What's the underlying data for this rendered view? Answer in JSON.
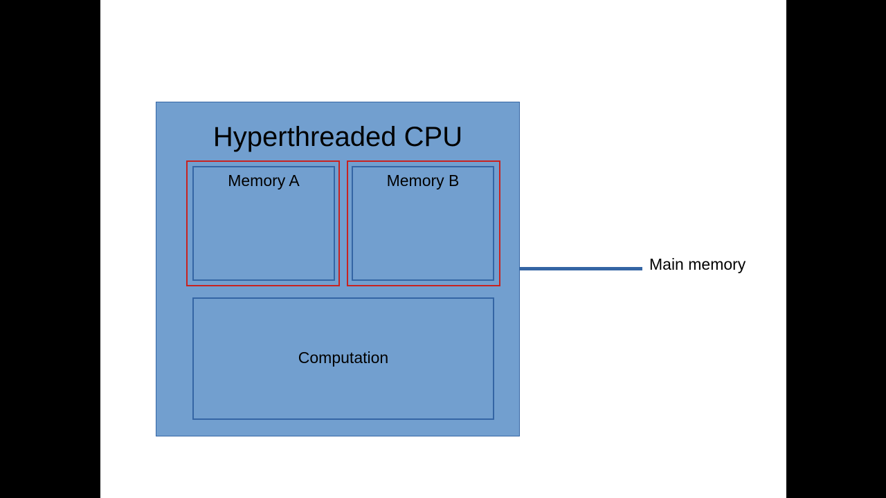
{
  "diagram": {
    "cpu": {
      "title": "Hyperthreaded CPU",
      "memories": [
        {
          "label": "Memory A"
        },
        {
          "label": "Memory B"
        }
      ],
      "computation_label": "Computation"
    },
    "main_memory_label": "Main memory"
  },
  "colors": {
    "cpu_fill": "#729fcf",
    "cpu_border": "#3465a4",
    "highlight": "#c9211e",
    "connector": "#3465a4"
  }
}
